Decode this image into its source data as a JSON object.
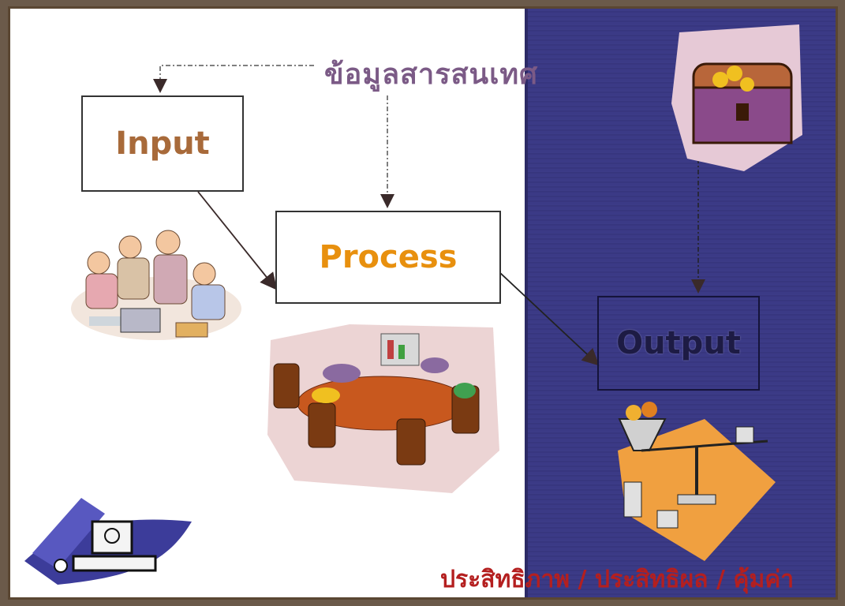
{
  "diagram": {
    "top_label": "ข้อมูลสารสนเทศ",
    "input_label": "Input",
    "process_label": "Process",
    "output_label": "Output",
    "bottom_label": "ประสิทธิภาพ / ประสิทธิผล / คุ้มค่า"
  },
  "colors": {
    "top_label": "#7b5a86",
    "input_text": "#a86a3a",
    "process_text": "#e8900e",
    "output_text": "#1d1b44",
    "bottom_text": "#b41f1f",
    "panel": "#3b3a86"
  },
  "icons": {
    "people_group": "business-people-clipart",
    "meeting_room": "meeting-room-clipart",
    "treasure_chest": "treasure-chest-clipart",
    "balance_scale": "balance-scale-clipart",
    "computer": "computer-clipart"
  }
}
